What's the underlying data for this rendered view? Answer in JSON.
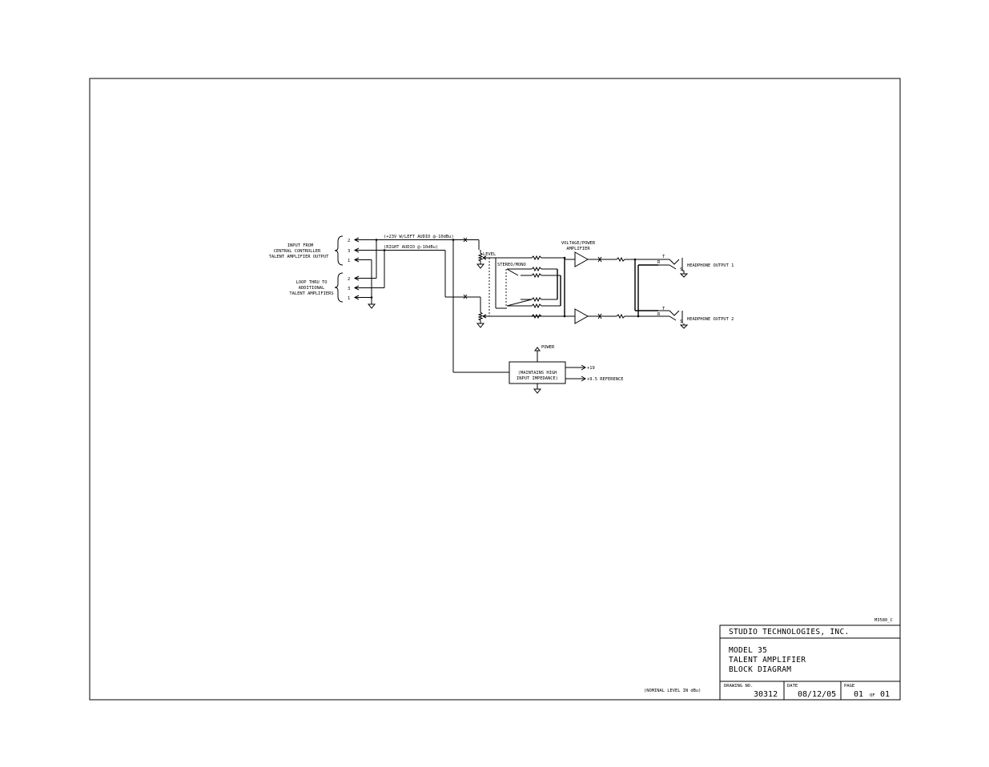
{
  "drawing_ref": "M3580_C",
  "nominal_note": "(NOMINAL LEVEL IN dBu)",
  "inputs": {
    "input_label": [
      "INPUT FROM",
      "CENTRAL CONTROLLER",
      "TALENT AMPLIFIER OUTPUT"
    ],
    "loop_label": [
      "LOOP THRU TO",
      "ADDITIONAL",
      "TALENT AMPLIFIERS"
    ],
    "pins": [
      "2",
      "3",
      "1"
    ]
  },
  "signals": {
    "left": "(+23V W/LEFT AUDIO @-10dBu)",
    "right": "(RIGHT AUDIO @-10dBu)"
  },
  "controls": {
    "level": "LEVEL",
    "stereo_mono": "STEREO/MONO"
  },
  "amplifier": [
    "VOLTAGE/POWER",
    "AMPLIFIER"
  ],
  "outputs": {
    "out1": "HEADPHONE OUTPUT 1",
    "out2": "HEADPHONE OUTPUT 2",
    "tip": "T",
    "ring": "R",
    "sleeve": "S"
  },
  "power": {
    "label": "POWER",
    "box": [
      "(MAINTAINS HIGH",
      "INPUT IMPEDANCE)"
    ],
    "rail": "+19",
    "reference": "+9.5 REFERENCE"
  },
  "title_block": {
    "company": "STUDIO TECHNOLOGIES, INC.",
    "title_lines": [
      "MODEL 35",
      "TALENT AMPLIFIER",
      "BLOCK DIAGRAM"
    ],
    "drawing_no_label": "DRAWING NO.",
    "drawing_no": "30312",
    "date_label": "DATE",
    "date": "08/12/05",
    "page_label": "PAGE",
    "page": "01",
    "of": "OF",
    "pages": "01"
  }
}
